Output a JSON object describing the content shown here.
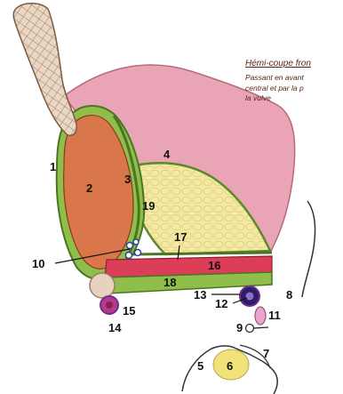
{
  "caption": {
    "title": "Hémi-coupe fron",
    "line1": "Passant en  avant",
    "line2": "central et par la p",
    "line3": "la vulve"
  },
  "labels": {
    "n1": "1",
    "n2": "2",
    "n3": "3",
    "n4": "4",
    "n5": "5",
    "n6": "6",
    "n7": "7",
    "n8": "8",
    "n9": "9",
    "n10": "10",
    "n11": "11",
    "n12": "12",
    "n13": "13",
    "n14": "14",
    "n15": "15",
    "n16": "16",
    "n17": "17",
    "n18": "18",
    "n19": "19"
  },
  "colors": {
    "muscle": "#d9764a",
    "fascia": "#8fbf4a",
    "thigh_pink": "#e9a5b5",
    "fat_yellow": "#f3e9a3",
    "band_red": "#dc3d57",
    "violet": "#6f2f8c",
    "skin_tan": "#e7d2bf",
    "yellow_body": "#f2e27a"
  }
}
